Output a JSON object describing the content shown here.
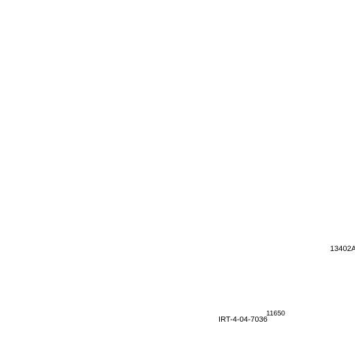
{
  "labels": {
    "part_code": "13402A",
    "document_number": "IRT-4-04-7036",
    "reference_number": "11650"
  }
}
